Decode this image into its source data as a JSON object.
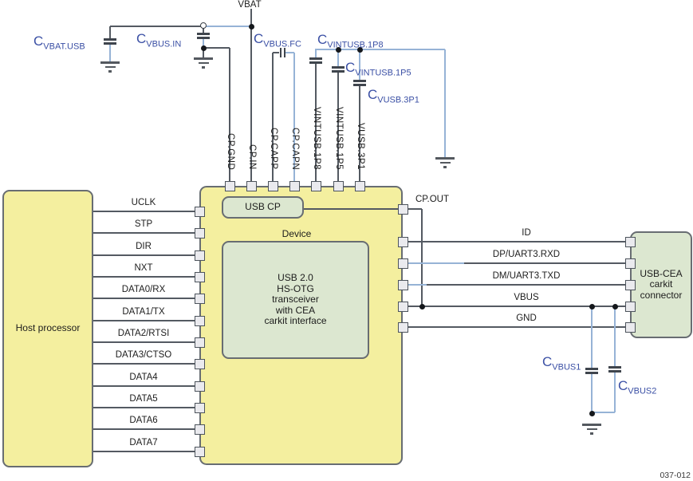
{
  "figure": {
    "code": "037-012"
  },
  "labels": {
    "vbat": "VBAT",
    "cp_out": "CP.OUT",
    "device": "Device"
  },
  "host": {
    "title": "Host processor",
    "signals": [
      "UCLK",
      "STP",
      "DIR",
      "NXT",
      "DATA0/RX",
      "DATA1/TX",
      "DATA2/RTSI",
      "DATA3/CTSO",
      "DATA4",
      "DATA5",
      "DATA6",
      "DATA7"
    ]
  },
  "device": {
    "usb_cp": "USB CP",
    "transceiver_lines": [
      "USB 2.0",
      "HS-OTG",
      "transceiver",
      "with CEA",
      "carkit interface"
    ],
    "top_pins": [
      "CP.GND",
      "CP.IN",
      "CP.CAPP",
      "CP.CAPN",
      "VINTUSB.1P8",
      "VINTUSB.1P5",
      "VUSB.3P1"
    ]
  },
  "connector": {
    "title_lines": [
      "USB-CEA",
      "carkit",
      "connector"
    ],
    "signals": [
      "ID",
      "DP/UART3.RXD",
      "DM/UART3.TXD",
      "VBUS",
      "GND"
    ]
  },
  "capacitors": [
    {
      "prefix": "C",
      "name": "VBAT.USB"
    },
    {
      "prefix": "C",
      "name": "VBUS.IN"
    },
    {
      "prefix": "C",
      "name": "VBUS.FC"
    },
    {
      "prefix": "C",
      "name": "VINTUSB.1P8"
    },
    {
      "prefix": "C",
      "name": "VINTUSB.1P5"
    },
    {
      "prefix": "C",
      "name": "VUSB.3P1"
    },
    {
      "prefix": "C",
      "name": "VBUS1"
    },
    {
      "prefix": "C",
      "name": "VBUS2"
    }
  ],
  "colors": {
    "yellow_fill": "#f4ef9f",
    "green_fill": "#dce7d0",
    "block_border": "#686d72",
    "wire_dark": "#545a62",
    "wire_blue": "#96b3d6",
    "pin_fill": "#eaeaee",
    "pin_border": "#4d545c",
    "cap_label_blue": "#3b50a5",
    "text_dark": "#1c1c1c"
  }
}
